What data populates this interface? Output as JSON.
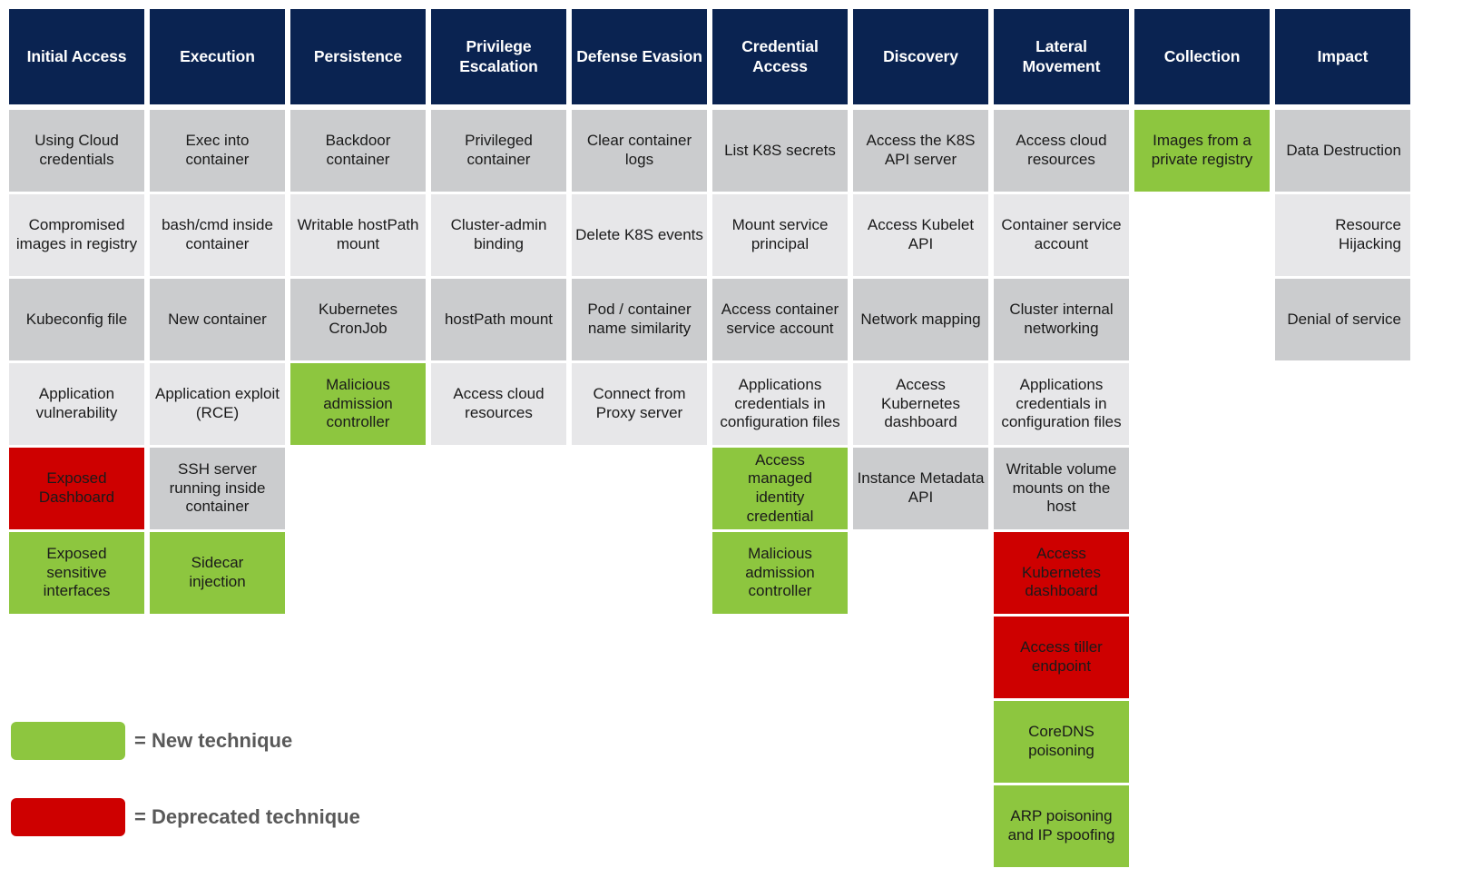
{
  "matrix": {
    "columns": [
      {
        "header": "Initial Access",
        "cells": [
          {
            "text": "Using Cloud\ncredentials",
            "style": "shade-a"
          },
          {
            "text": "Compromised\nimages in registry",
            "style": "shade-b"
          },
          {
            "text": "Kubeconfig file",
            "style": "shade-a"
          },
          {
            "text": "Application\nvulnerability",
            "style": "shade-b"
          },
          {
            "text": "Exposed\nDashboard",
            "style": "dep"
          },
          {
            "text": "Exposed\nsensitive\ninterfaces",
            "style": "new"
          }
        ]
      },
      {
        "header": "Execution",
        "cells": [
          {
            "text": "Exec into\ncontainer",
            "style": "shade-a"
          },
          {
            "text": "bash/cmd inside\ncontainer",
            "style": "shade-b"
          },
          {
            "text": "New container",
            "style": "shade-a"
          },
          {
            "text": "Application exploit\n(RCE)",
            "style": "shade-b"
          },
          {
            "text": "SSH server\nrunning inside\ncontainer",
            "style": "shade-a"
          },
          {
            "text": "Sidecar\ninjection",
            "style": "new"
          }
        ]
      },
      {
        "header": "Persistence",
        "cells": [
          {
            "text": "Backdoor\ncontainer",
            "style": "shade-a"
          },
          {
            "text": "Writable hostPath\nmount",
            "style": "shade-b"
          },
          {
            "text": "Kubernetes\nCronJob",
            "style": "shade-a"
          },
          {
            "text": "Malicious\nadmission\ncontroller",
            "style": "new"
          }
        ]
      },
      {
        "header": "Privilege\nEscalation",
        "cells": [
          {
            "text": "Privileged\ncontainer",
            "style": "shade-a"
          },
          {
            "text": "Cluster-admin\nbinding",
            "style": "shade-b"
          },
          {
            "text": "hostPath mount",
            "style": "shade-a"
          },
          {
            "text": "Access cloud\nresources",
            "style": "shade-b"
          }
        ]
      },
      {
        "header": "Defense\nEvasion",
        "cells": [
          {
            "text": "Clear container\nlogs",
            "style": "shade-a"
          },
          {
            "text": "Delete K8S events",
            "style": "shade-b"
          },
          {
            "text": "Pod / container\nname similarity",
            "style": "shade-a"
          },
          {
            "text": "Connect from\nProxy server",
            "style": "shade-b"
          }
        ]
      },
      {
        "header": "Credential\nAccess",
        "cells": [
          {
            "text": "List K8S secrets",
            "style": "shade-a"
          },
          {
            "text": "Mount service\nprincipal",
            "style": "shade-b"
          },
          {
            "text": "Access container\nservice account",
            "style": "shade-a"
          },
          {
            "text": "Applications\ncredentials in\nconfiguration files",
            "style": "shade-b"
          },
          {
            "text": "Access\nmanaged\nidentity\ncredential",
            "style": "new"
          },
          {
            "text": "Malicious\nadmission\ncontroller",
            "style": "new"
          }
        ]
      },
      {
        "header": "Discovery",
        "cells": [
          {
            "text": "Access the K8S\nAPI server",
            "style": "shade-a"
          },
          {
            "text": "Access Kubelet\nAPI",
            "style": "shade-b"
          },
          {
            "text": "Network mapping",
            "style": "shade-a"
          },
          {
            "text": "Access Kubernetes\ndashboard",
            "style": "shade-b"
          },
          {
            "text": "Instance Metadata\nAPI",
            "style": "shade-a"
          }
        ]
      },
      {
        "header": "Lateral\nMovement",
        "cells": [
          {
            "text": "Access cloud\nresources",
            "style": "shade-a"
          },
          {
            "text": "Container service\naccount",
            "style": "shade-b"
          },
          {
            "text": "Cluster internal\nnetworking",
            "style": "shade-a"
          },
          {
            "text": "Applications\ncredentials in\nconfiguration files",
            "style": "shade-b"
          },
          {
            "text": "Writable volume\nmounts on the\nhost",
            "style": "shade-a"
          },
          {
            "text": "Access Kubernetes\ndashboard",
            "style": "dep"
          },
          {
            "text": "Access tiller\nendpoint",
            "style": "dep"
          },
          {
            "text": "CoreDNS\npoisoning",
            "style": "new"
          },
          {
            "text": "ARP poisoning\nand IP spoofing",
            "style": "new"
          }
        ]
      },
      {
        "header": "Collection",
        "cells": [
          {
            "text": "Images from a\nprivate registry",
            "style": "new"
          }
        ]
      },
      {
        "header": "Impact",
        "cells": [
          {
            "text": "Data Destruction",
            "style": "shade-a right"
          },
          {
            "text": "Resource\nHijacking",
            "style": "shade-b right"
          },
          {
            "text": "Denial of service",
            "style": "shade-a right"
          }
        ]
      }
    ]
  },
  "legend": {
    "items": [
      {
        "swatch": "new",
        "label": "= New technique",
        "color": "#8DC63F"
      },
      {
        "swatch": "dep",
        "label": "= Deprecated technique",
        "color": "#CE0000"
      }
    ]
  },
  "colors": {
    "header_navy": "#0A2351",
    "row_shade_a": "#CBCCCE",
    "row_shade_b": "#E7E7E9",
    "new_green": "#8DC63F",
    "deprecated_red": "#CE0000",
    "legend_text": "#595959"
  }
}
